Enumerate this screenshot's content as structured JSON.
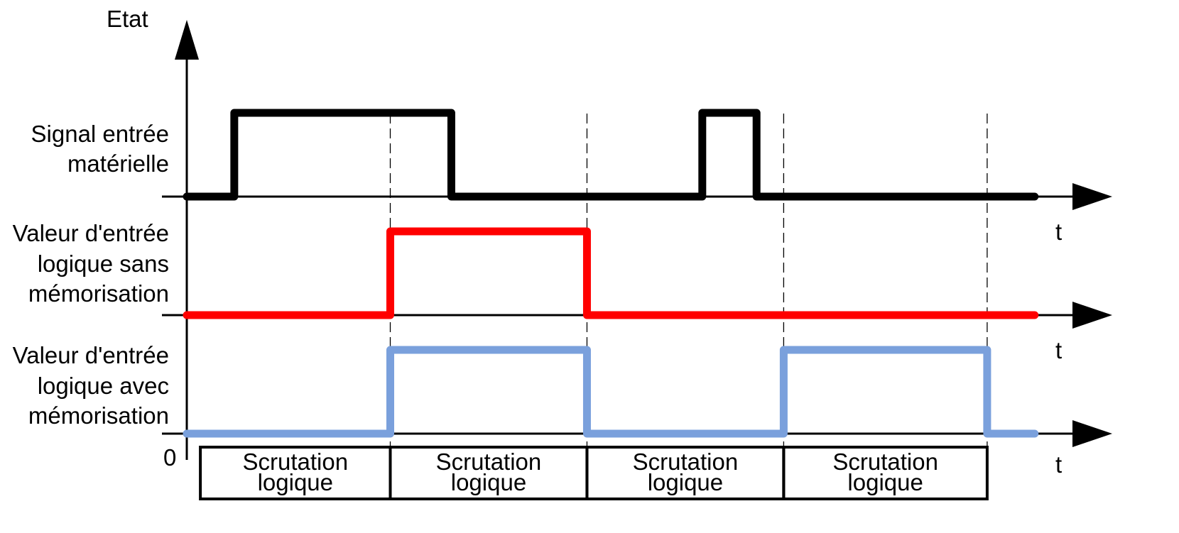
{
  "y_axis_label": "Etat",
  "origin_label": "0",
  "time_axis_label": "t",
  "colors": {
    "hardware_signal": "#000000",
    "logic_without_memory": "#ff0000",
    "logic_with_memory": "#7aa0dc"
  },
  "signals": [
    {
      "id": "hardware",
      "label_lines": [
        "Signal entrée",
        "matérielle"
      ],
      "color_key": "hardware_signal",
      "edges": [
        0.7,
        3.9,
        7.6,
        8.4
      ]
    },
    {
      "id": "logic_no_mem",
      "label_lines": [
        "Valeur d'entrée",
        "logique sans",
        "mémorisation"
      ],
      "color_key": "logic_without_memory",
      "edges": [
        3.0,
        5.9
      ]
    },
    {
      "id": "logic_mem",
      "label_lines": [
        "Valeur d'entrée",
        "logique avec",
        "mémorisation"
      ],
      "color_key": "logic_with_memory",
      "edges": [
        3.0,
        5.9,
        8.8,
        11.8
      ]
    }
  ],
  "scan_cycles": {
    "label_lines": [
      "Scrutation",
      "logique"
    ],
    "boundaries": [
      0.2,
      3.0,
      5.9,
      8.8,
      11.8
    ]
  }
}
